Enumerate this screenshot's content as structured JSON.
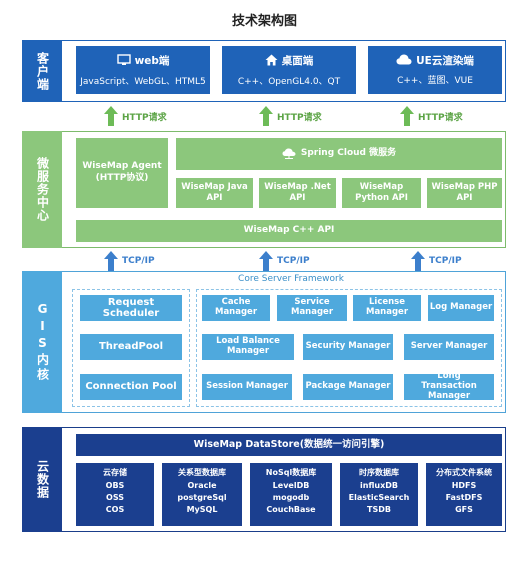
{
  "title": "技术架构图",
  "client": {
    "label": "客户端",
    "boxes": [
      {
        "name": "web端",
        "desc": "JavaScript、WebGL、HTML5",
        "icon": "monitor-icon"
      },
      {
        "name": "桌面端",
        "desc": "C++、OpenGL4.0、QT",
        "icon": "home-icon"
      },
      {
        "name": "UE云渲染端",
        "desc": "C++、蓝图、VUE",
        "icon": "cloud-icon"
      }
    ]
  },
  "arrows_http": [
    "HTTP请求",
    "HTTP请求",
    "HTTP请求"
  ],
  "micro": {
    "label": "微服务中心",
    "agent": "WiseMap Agent (HTTP协议)",
    "spring": "Spring Cloud 微服务",
    "apis": [
      "WiseMap Java API",
      "WiseMap .Net API",
      "WiseMap Python API",
      "WiseMap PHP API"
    ],
    "cpp": "WiseMap C++ API"
  },
  "arrows_tcp": [
    "TCP/IP",
    "TCP/IP",
    "TCP/IP"
  ],
  "gis": {
    "label": "GIS内核",
    "framework": "Core Server Framework",
    "left": [
      "Request Scheduler",
      "ThreadPool",
      "Connection Pool"
    ],
    "row1": [
      "Cache Manager",
      "Service Manager",
      "License Manager",
      "Log Manager"
    ],
    "row2": [
      "Load Balance Manager",
      "Security Manager",
      "Server Manager"
    ],
    "row3": [
      "Session Manager",
      "Package Manager",
      "Long Transaction Manager"
    ]
  },
  "cloud": {
    "label": "云数据",
    "datastore": "WiseMap DataStore(数据统一访问引擎)",
    "groups": [
      {
        "head": "云存储",
        "items": [
          "OBS",
          "OSS",
          "COS"
        ]
      },
      {
        "head": "关系型数据库",
        "items": [
          "Oracle",
          "postgreSql",
          "MySQL"
        ]
      },
      {
        "head": "NoSql数据库",
        "items": [
          "LevelDB",
          "mogodb",
          "CouchBase"
        ]
      },
      {
        "head": "时序数据库",
        "items": [
          "influxDB",
          "ElasticSearch",
          "TSDB"
        ]
      },
      {
        "head": "分布式文件系统",
        "items": [
          "HDFS",
          "FastDFS",
          "GFS"
        ]
      }
    ]
  },
  "colors": {
    "client": "#1f63b8",
    "micro": "#8cc77c",
    "gis": "#4fa9dd",
    "cloud": "#1b3f8f",
    "arrow_green": "#6dbb57",
    "arrow_blue": "#3c7fcc"
  }
}
